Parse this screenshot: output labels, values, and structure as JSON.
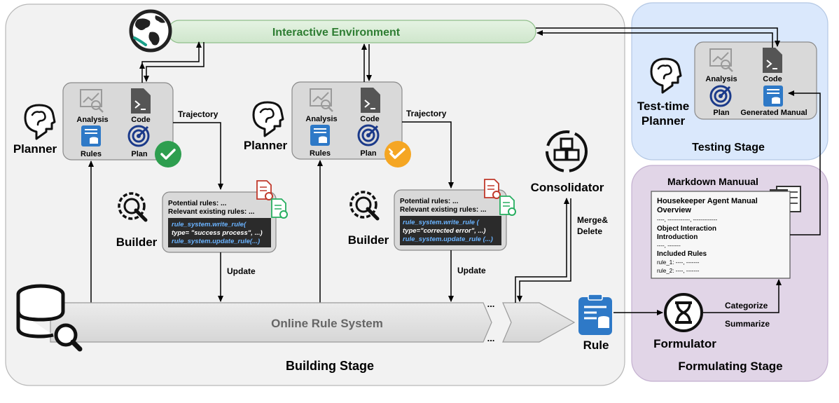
{
  "interactive_environment": "Interactive Environment",
  "building_stage": {
    "title": "Building Stage",
    "planner_label": "Planner",
    "planner_box": {
      "analysis": "Analysis",
      "code": "Code",
      "rules": "Rules",
      "plan": "Plan"
    },
    "trajectory": "Trajectory",
    "builder_label": "Builder",
    "builder_box_1": {
      "line1": "Potential rules: ...",
      "line2": "Relevant existing rules: ...",
      "code1": "rule_system.write_rule(",
      "code2": "type= \"success process\", ...)",
      "code3": "rule_system.update_rule(...)"
    },
    "builder_box_2": {
      "line1": "Potential rules: ...",
      "line2": "Relevant existing rules: ...",
      "code1": "rule_system.write_rule (",
      "code2": "type=\"corrected error\", ...)",
      "code3": "rule_system.update_rule (...)"
    },
    "update": "Update",
    "online_rule_system": "Online Rule System",
    "ellipsis": "...",
    "consolidator": "Consolidator",
    "merge_delete_1": "Merge&",
    "merge_delete_2": "Delete",
    "rule": "Rule"
  },
  "testing_stage": {
    "title": "Testing Stage",
    "planner_label_1": "Test-time",
    "planner_label_2": "Planner",
    "box": {
      "analysis": "Analysis",
      "code": "Code",
      "plan": "Plan",
      "generated_manual": "Generated Manual"
    }
  },
  "formulating_stage": {
    "title": "Formulating Stage",
    "markdown_manual": "Markdown Manuual",
    "manual_lines": [
      "Housekeeper Agent Manual",
      "Overview",
      "----, ------------, -------------",
      "Object Interaction",
      "Introduction",
      "----, -------",
      "Included Rules",
      "rule_1: ----, -------",
      "rule_2: ----, -------"
    ],
    "categorize": "Categorize",
    "summarize": "Summarize",
    "formulator": "Formulator"
  },
  "colors": {
    "building_bg": "#f2f2f2",
    "testing_bg": "#dae8fc",
    "formulating_bg": "#e1d5e7",
    "env_bar": "#d5e8d4",
    "env_text": "#2e7d32",
    "check_green": "#2e9e4f",
    "check_orange": "#f5a623",
    "code_blue": "#5aa9f0",
    "icon_blue": "#2e79c7"
  }
}
